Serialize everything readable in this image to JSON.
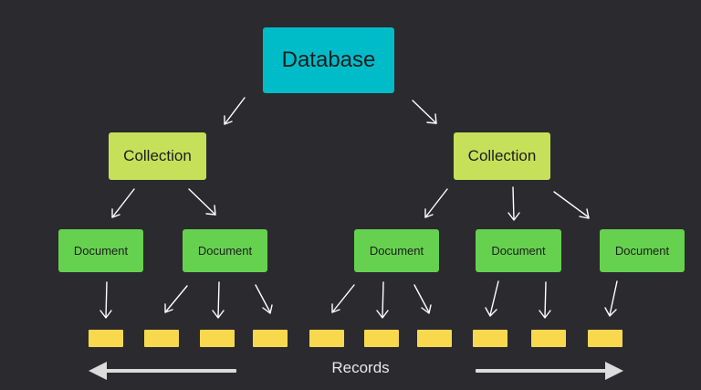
{
  "database": {
    "label": "Database"
  },
  "collections": [
    {
      "label": "Collection"
    },
    {
      "label": "Collection"
    }
  ],
  "documents": [
    {
      "label": "Document"
    },
    {
      "label": "Document"
    },
    {
      "label": "Document"
    },
    {
      "label": "Document"
    },
    {
      "label": "Document"
    }
  ],
  "records": {
    "label": "Records",
    "count": 10
  },
  "colors": {
    "background": "#2b2a2e",
    "database": "#00bcc9",
    "collection": "#c6e05a",
    "document": "#66d14f",
    "record": "#f8d94e",
    "connector": "#ffffff",
    "records_arrow": "#dcdcdc"
  }
}
